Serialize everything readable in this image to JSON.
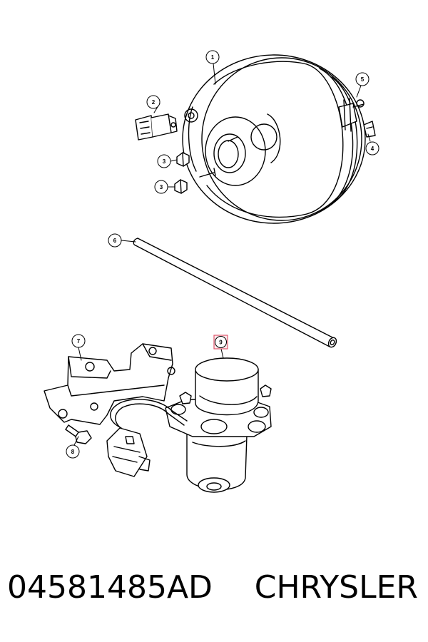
{
  "callouts": {
    "c1": "1",
    "c2": "2",
    "c3a": "3",
    "c3b": "3",
    "c4": "4",
    "c5": "5",
    "c6": "6",
    "c7": "7",
    "c8": "8",
    "c9": "9"
  },
  "footer": {
    "part_number": "04581485AD",
    "brand": "CHRYSLER"
  },
  "colors": {
    "line": "#000000",
    "highlight": "#e05a6e"
  }
}
